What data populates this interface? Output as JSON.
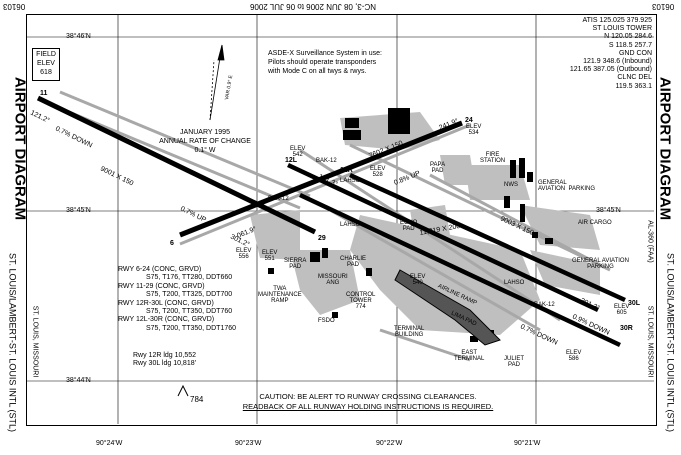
{
  "header": {
    "top_code_left": "06103",
    "top_code_right": "06103",
    "top_cycle": "NC-3, 08 JUN 2006 to 06 JUL 2006"
  },
  "titles": {
    "left": "AIRPORT DIAGRAM",
    "right": "AIRPORT DIAGRAM",
    "left_bottom": "ST. LOUIS/LAMBERT-ST. LOUIS INTL (STL)",
    "left_bottom_sub": "ST. LOUIS, MISSOURI",
    "right_bottom": "ST. LOUIS/LAMBERT-ST. LOUIS INTL (STL)",
    "right_bottom_sub": "ST. LOUIS, MISSOURI",
    "right_al": "AL-360 (FAA)"
  },
  "field_elev": {
    "label1": "FIELD",
    "label2": "ELEV",
    "value": "618"
  },
  "grid": {
    "lat_top": "38°46'N",
    "lat_mid_left": "38°45'N",
    "lat_mid_right": "38°45'N",
    "lat_bottom": "38°44'N",
    "lon_1": "90°24'W",
    "lon_2": "90°23'W",
    "lon_3": "90°22'W",
    "lon_4": "90°21'W"
  },
  "comm": [
    "ATIS 125.025  379.925",
    "ST LOUIS TOWER",
    "N 120.05  284.6",
    "S 118.5  257.7",
    "GND CON",
    "121.9  348.6 (Inbound)",
    "121.65  387.05 (Outbound)",
    "CLNC DEL",
    "119.5  363.1"
  ],
  "asde": [
    "ASDE-X Surveillance System in use:",
    "Pilots should operate transponders",
    "with Mode C on all twys & rwys."
  ],
  "magvar": {
    "line1": "JANUARY 1995",
    "line2": "ANNUAL RATE OF CHANGE",
    "line3": "0.1° W",
    "var_label": "VAR 0.9° E"
  },
  "runway_data": {
    "rows": [
      "RWY 6-24  (CONC, GRVD)",
      "S75, T176, TT280, DDT660",
      "RWY 11-29  (CONC, GRVD)",
      "S75, T200, TT325, DDT700",
      "RWY 12R-30L  (CONC, GRVD)",
      "S75, T200, TT350, DDT760",
      "RWY 12L-30R  (CONC, GRVD)",
      "S75, T200, TT350, DDT1760"
    ],
    "ldg1": "Rwy 12R ldg 10,552",
    "ldg2": "Rwy 30L ldg 10,818'"
  },
  "caution": {
    "line1": "CAUTION: BE ALERT TO RUNWAY CROSSING CLEARANCES.",
    "line2": "READBACK OF ALL RUNWAY HOLDING INSTRUCTIONS IS REQUIRED."
  },
  "elevations": {
    "e534": "ELEV\n534",
    "e542": "ELEV\n542",
    "e528": "ELEV\n528",
    "e556": "ELEV\n556",
    "e551": "ELEV\n551",
    "e540": "ELEV\n540",
    "e605": "ELEV\n605",
    "e586": "ELEV\n586",
    "e618": "618"
  },
  "labels": {
    "fire_station": "FIRE\nSTATION",
    "nws": "NWS",
    "ga_parking_top": "GENERAL\nAVIATION  PARKING",
    "air_cargo": "AIR CARGO",
    "ga_parking_bottom": "GENERAL AVIATION\nPARKING",
    "papa_pad": "PAPA\nPAD",
    "echo_pad": "ECHO\nPAD",
    "sierra_pad": "SIERRA\nPAD",
    "charlie_pad": "CHARLIE\nPAD",
    "missouri_ang": "MISSOURI\nANG",
    "twa_maint": "TWA\nMAINTENANCE\nRAMP",
    "fsdo": "FSDO",
    "control_tower": "CONTROL\nTOWER\n774",
    "airline_ramp": "AIRLINE  RAMP",
    "lima_pad": "LIMA  PAD",
    "terminal_building": "TERMINAL\nBUILDING",
    "east_terminal": "EAST\nTERMINAL",
    "juliet_pad": "JULIET\nPAD",
    "lahso1": "LAHSO",
    "lahso2": "LAHSO",
    "lahso3": "LAHSO",
    "bak12_a": "BAK-12",
    "bak12_b": "BAK-12",
    "bak12_c": "BAK-12",
    "obst_784": "784"
  },
  "runway_text": {
    "r9001": "9001 X 150",
    "r7602": "7602 X 150",
    "r9003": "9003 X 150",
    "r11019": "11,019 X 200",
    "h121": "121.2°",
    "h301": "301.2°",
    "h241": "241.9°",
    "h061": "061.9°",
    "h121b": "121.3°",
    "h301b": "301.3°",
    "h121c": "121.3°",
    "h301c": "301.3°",
    "g07down": "0.7% DOWN",
    "g07up": "0.7% UP",
    "g08up": "0.8% UP",
    "g09down": "0.9% DOWN",
    "g07down2": "0.7% DOWN",
    "rw6": "6",
    "rw24": "24",
    "rw11": "11",
    "rw29": "29",
    "rw12r": "12R",
    "rw30l": "30L",
    "rw12l": "12L",
    "rw30r": "30R"
  }
}
